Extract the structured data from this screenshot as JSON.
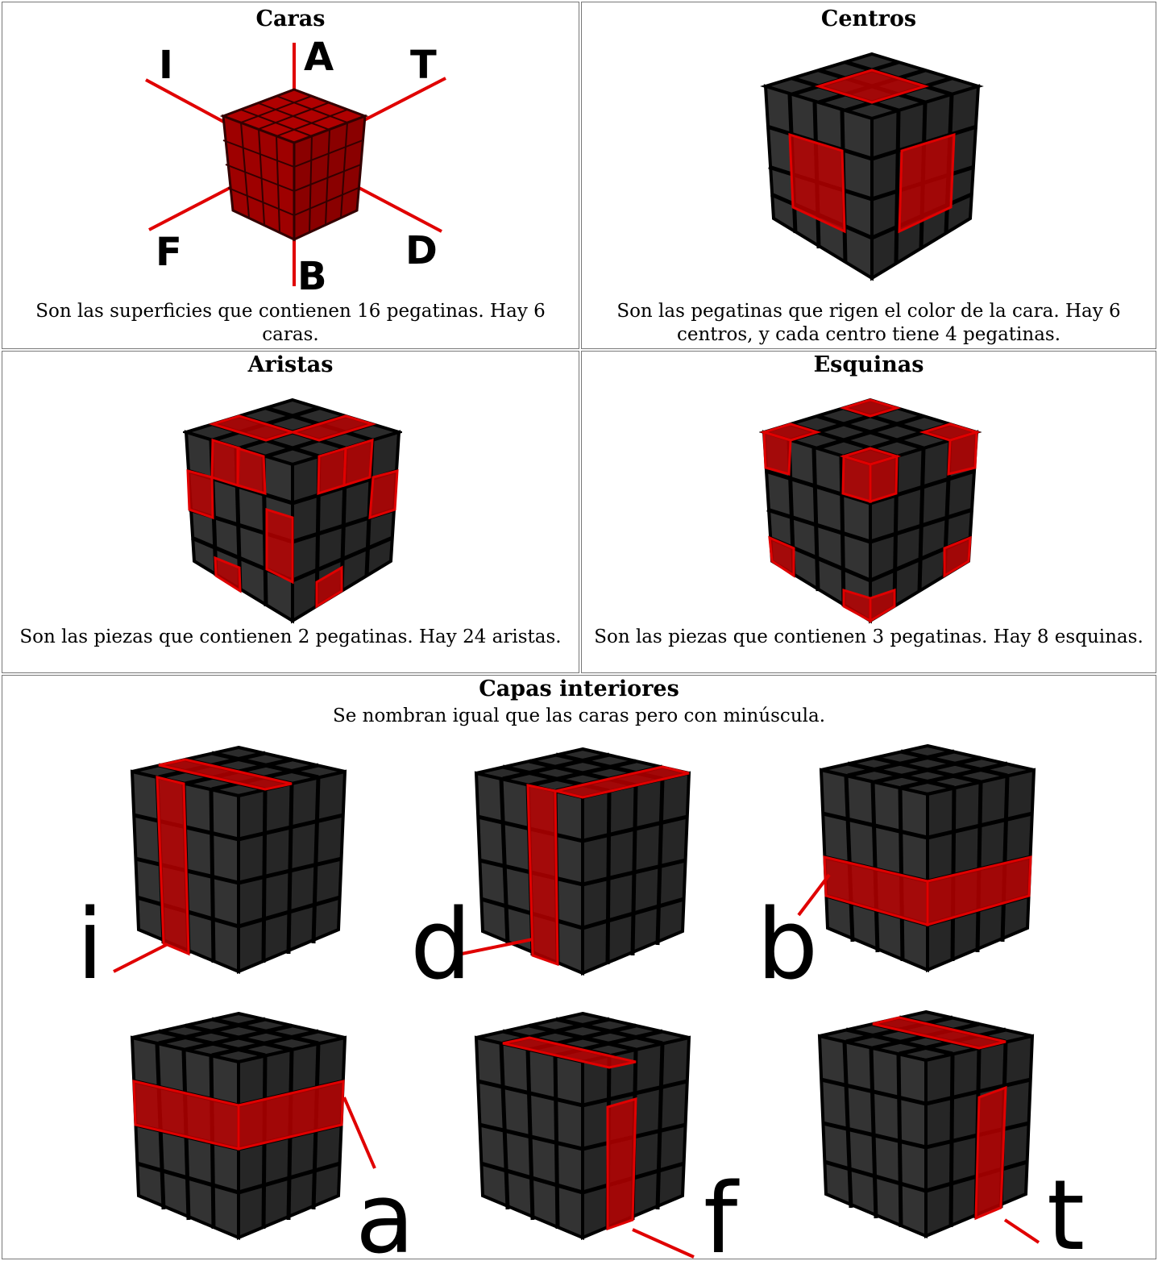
{
  "caras": {
    "title": "Caras",
    "desc": "Son las superficies que contienen 16 pegatinas. Hay 6 caras.",
    "labels": {
      "up": "A",
      "left": "I",
      "back": "T",
      "front": "F",
      "right": "D",
      "down": "B"
    }
  },
  "centros": {
    "title": "Centros",
    "desc": "Son las pegatinas que rigen el color de la cara. Hay 6 centros, y cada centro tiene 4 pegatinas."
  },
  "aristas": {
    "title": "Aristas",
    "desc": "Son las piezas que contienen 2 pegatinas. Hay 24 aristas."
  },
  "esquinas": {
    "title": "Esquinas",
    "desc": "Son las piezas que contienen 3 pegatinas. Hay 8 esquinas."
  },
  "capas": {
    "title": "Capas interiores",
    "subtitle": "Se nombran igual que las caras pero con minúscula.",
    "layers": [
      "i",
      "d",
      "b",
      "a",
      "f",
      "t"
    ]
  },
  "colors": {
    "highlight": "#e00000",
    "cube_dark": "#2b2b2b",
    "border": "#777777"
  }
}
